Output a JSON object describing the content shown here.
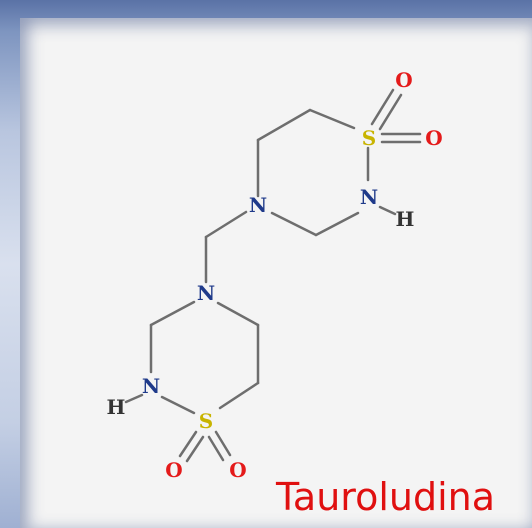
{
  "caption": "Tauroludina",
  "colors": {
    "bond": "#6e6e6e",
    "oxygen": "#e41a1a",
    "nitrogen": "#1f3a8a",
    "sulfur": "#c8b400",
    "hydrogen": "#333333",
    "caption": "#e01010"
  },
  "atoms": {
    "n1": "N",
    "n2": "N",
    "n3": "N",
    "n4": "N",
    "s1": "S",
    "s2": "S",
    "o1": "O",
    "o2": "O",
    "o3": "O",
    "o4": "O",
    "h1": "H",
    "h2": "H"
  }
}
